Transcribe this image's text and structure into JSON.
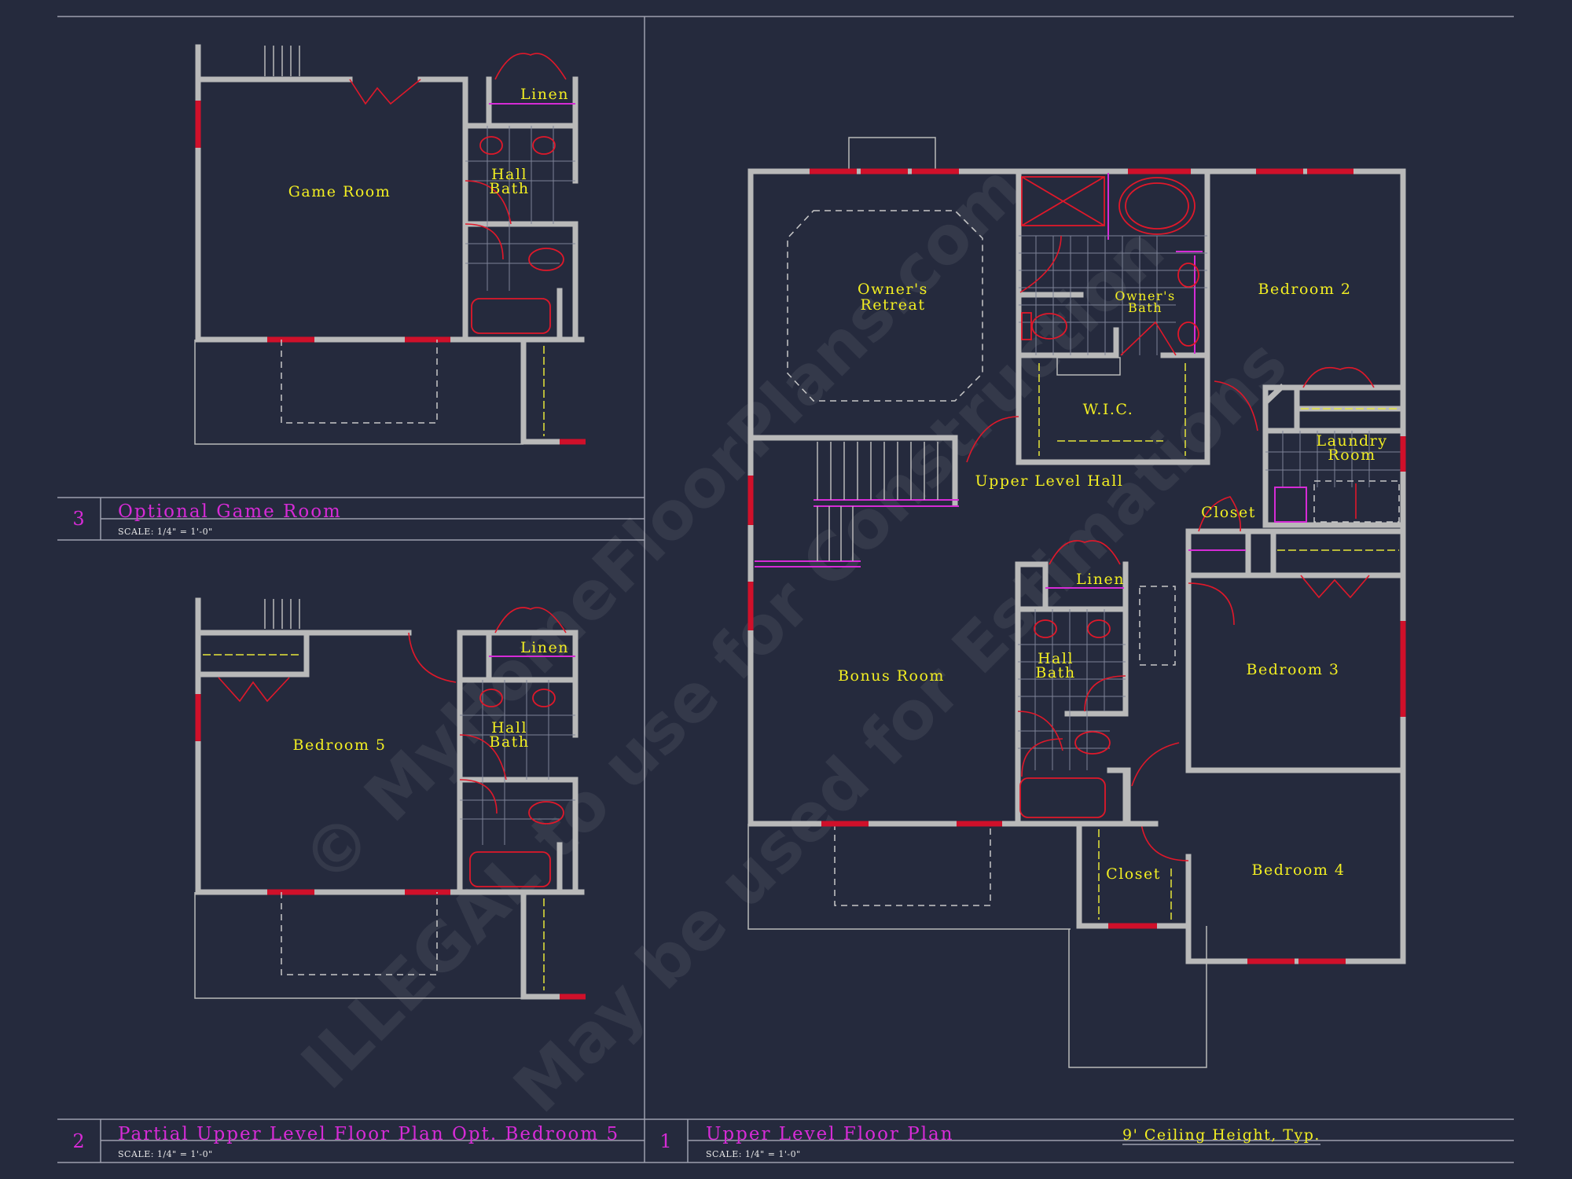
{
  "watermark": {
    "line1": "© MyHomeFloorPlans.com",
    "line2": "ILLEGAL to use for Construction",
    "line3": "May be used for Estimations"
  },
  "drawings": {
    "upper_level": {
      "number": "1",
      "title": "Upper Level Floor Plan",
      "scale": "SCALE: 1/4\" = 1'-0\"",
      "ceiling_note": "9' Ceiling Height, Typ.",
      "rooms": {
        "owners_retreat": [
          "Owner's",
          "Retreat"
        ],
        "owners_bath": [
          "Owner's",
          "Bath"
        ],
        "bedroom_2": "Bedroom 2",
        "wic": "W.I.C.",
        "laundry_room": [
          "Laundry",
          "Room"
        ],
        "upper_level_hall": "Upper Level Hall",
        "closet_hall": "Closet",
        "linen": "Linen",
        "hall_bath": [
          "Hall",
          "Bath"
        ],
        "bonus_room": "Bonus Room",
        "bedroom_3": "Bedroom 3",
        "closet_lower": "Closet",
        "bedroom_4": "Bedroom 4"
      }
    },
    "partial_bedroom5": {
      "number": "2",
      "title": "Partial Upper Level Floor Plan Opt. Bedroom 5",
      "scale": "SCALE: 1/4\" = 1'-0\"",
      "rooms": {
        "linen": "Linen",
        "hall_bath": [
          "Hall",
          "Bath"
        ],
        "bedroom_5": "Bedroom 5"
      }
    },
    "optional_game_room": {
      "number": "3",
      "title": "Optional Game Room",
      "scale": "SCALE: 1/4\" = 1'-0\"",
      "rooms": {
        "linen": "Linen",
        "hall_bath": [
          "Hall",
          "Bath"
        ],
        "game_room": "Game Room"
      }
    }
  }
}
